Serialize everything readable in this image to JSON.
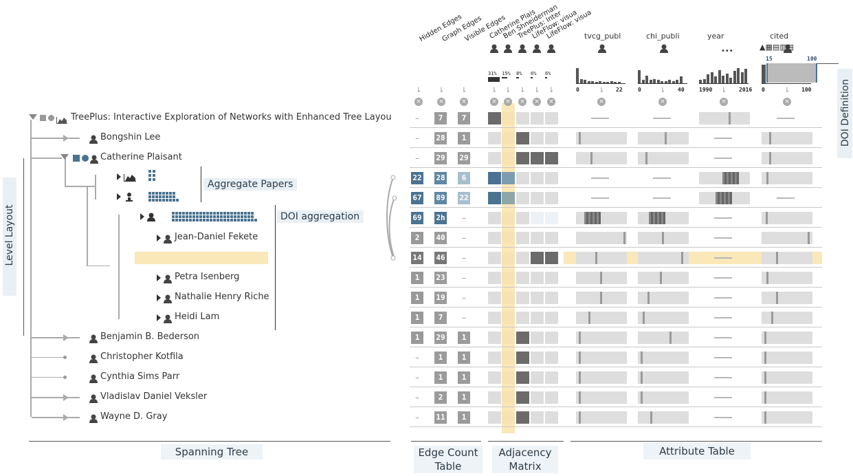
{
  "tree": {
    "root": {
      "label": "TreePlus: Interactive Exploration of Networks with Enhanced Tree Layou"
    },
    "rows": [
      {
        "label": "Bongshin Lee"
      },
      {
        "label": "Catherine Plaisant"
      },
      {
        "label": ""
      },
      {
        "label": ""
      },
      {
        "label": ""
      },
      {
        "label": "Jean-Daniel Fekete"
      },
      {
        "label": "Ben Shneiderman"
      },
      {
        "label": "Petra Isenberg"
      },
      {
        "label": "Nathalie Henry Riche"
      },
      {
        "label": "Heidi Lam"
      },
      {
        "label": "Benjamin B. Bederson"
      },
      {
        "label": "Christopher Kotfila"
      },
      {
        "label": "Cynthia Sims Parr"
      },
      {
        "label": "Vladislav Daniel Veksler"
      },
      {
        "label": "Wayne D. Gray"
      }
    ]
  },
  "callouts": {
    "aggregate_papers": "Aggregate Papers",
    "doi_aggregation": "DOI aggregation",
    "level_layout": "Level Layout",
    "doi_definition": "DOI Definition"
  },
  "headers": {
    "hidden_edges": "Hidden Edges",
    "graph_edges": "Graph Edges",
    "visible_edges": "Visible Edges",
    "matrix_cols": [
      "Catherine Plais",
      "Ben Shneiderman",
      "TreePlus: Inter",
      "LifeFlow: visua",
      "LifeFlow: visua"
    ],
    "matrix_pcts": [
      "31%",
      "15%",
      "8%",
      "6%",
      "6%"
    ],
    "attrs": [
      "tvcg_publ",
      "chi_publi",
      "year",
      "cited"
    ],
    "attr_ranges": [
      [
        "0",
        "22"
      ],
      [
        "0",
        "40"
      ],
      [
        "1990",
        "2016"
      ],
      [
        "0",
        "100"
      ]
    ],
    "cited_range": [
      "15",
      "100"
    ]
  },
  "edge_table": [
    [
      "–",
      "7",
      "7"
    ],
    [
      "–",
      "28",
      "1"
    ],
    [
      "–",
      "29",
      "29"
    ],
    [
      "22",
      "28",
      "6"
    ],
    [
      "67",
      "89",
      "22"
    ],
    [
      "69",
      "2h",
      "–"
    ],
    [
      "2",
      "40",
      "–"
    ],
    [
      "14",
      "46",
      "–"
    ],
    [
      "1",
      "23",
      "–"
    ],
    [
      "1",
      "19",
      "–"
    ],
    [
      "1",
      "7",
      "–"
    ],
    [
      "1",
      "29",
      "1"
    ],
    [
      "–",
      "1",
      "1"
    ],
    [
      "–",
      "1",
      "1"
    ],
    [
      "–",
      "2",
      "1"
    ],
    [
      "–",
      "11",
      "1"
    ]
  ],
  "bottom_labels": {
    "spanning_tree": "Spanning Tree",
    "edge_count_table": "Edge Count Table",
    "adjacency_matrix": "Adjacency Matrix",
    "attribute_table": "Attribute Table"
  },
  "colors": {
    "accent_blue": "#4a7391",
    "highlight": "#fbe8b8",
    "dark_cell": "#6b6b6b",
    "mid_cell": "#999999"
  }
}
